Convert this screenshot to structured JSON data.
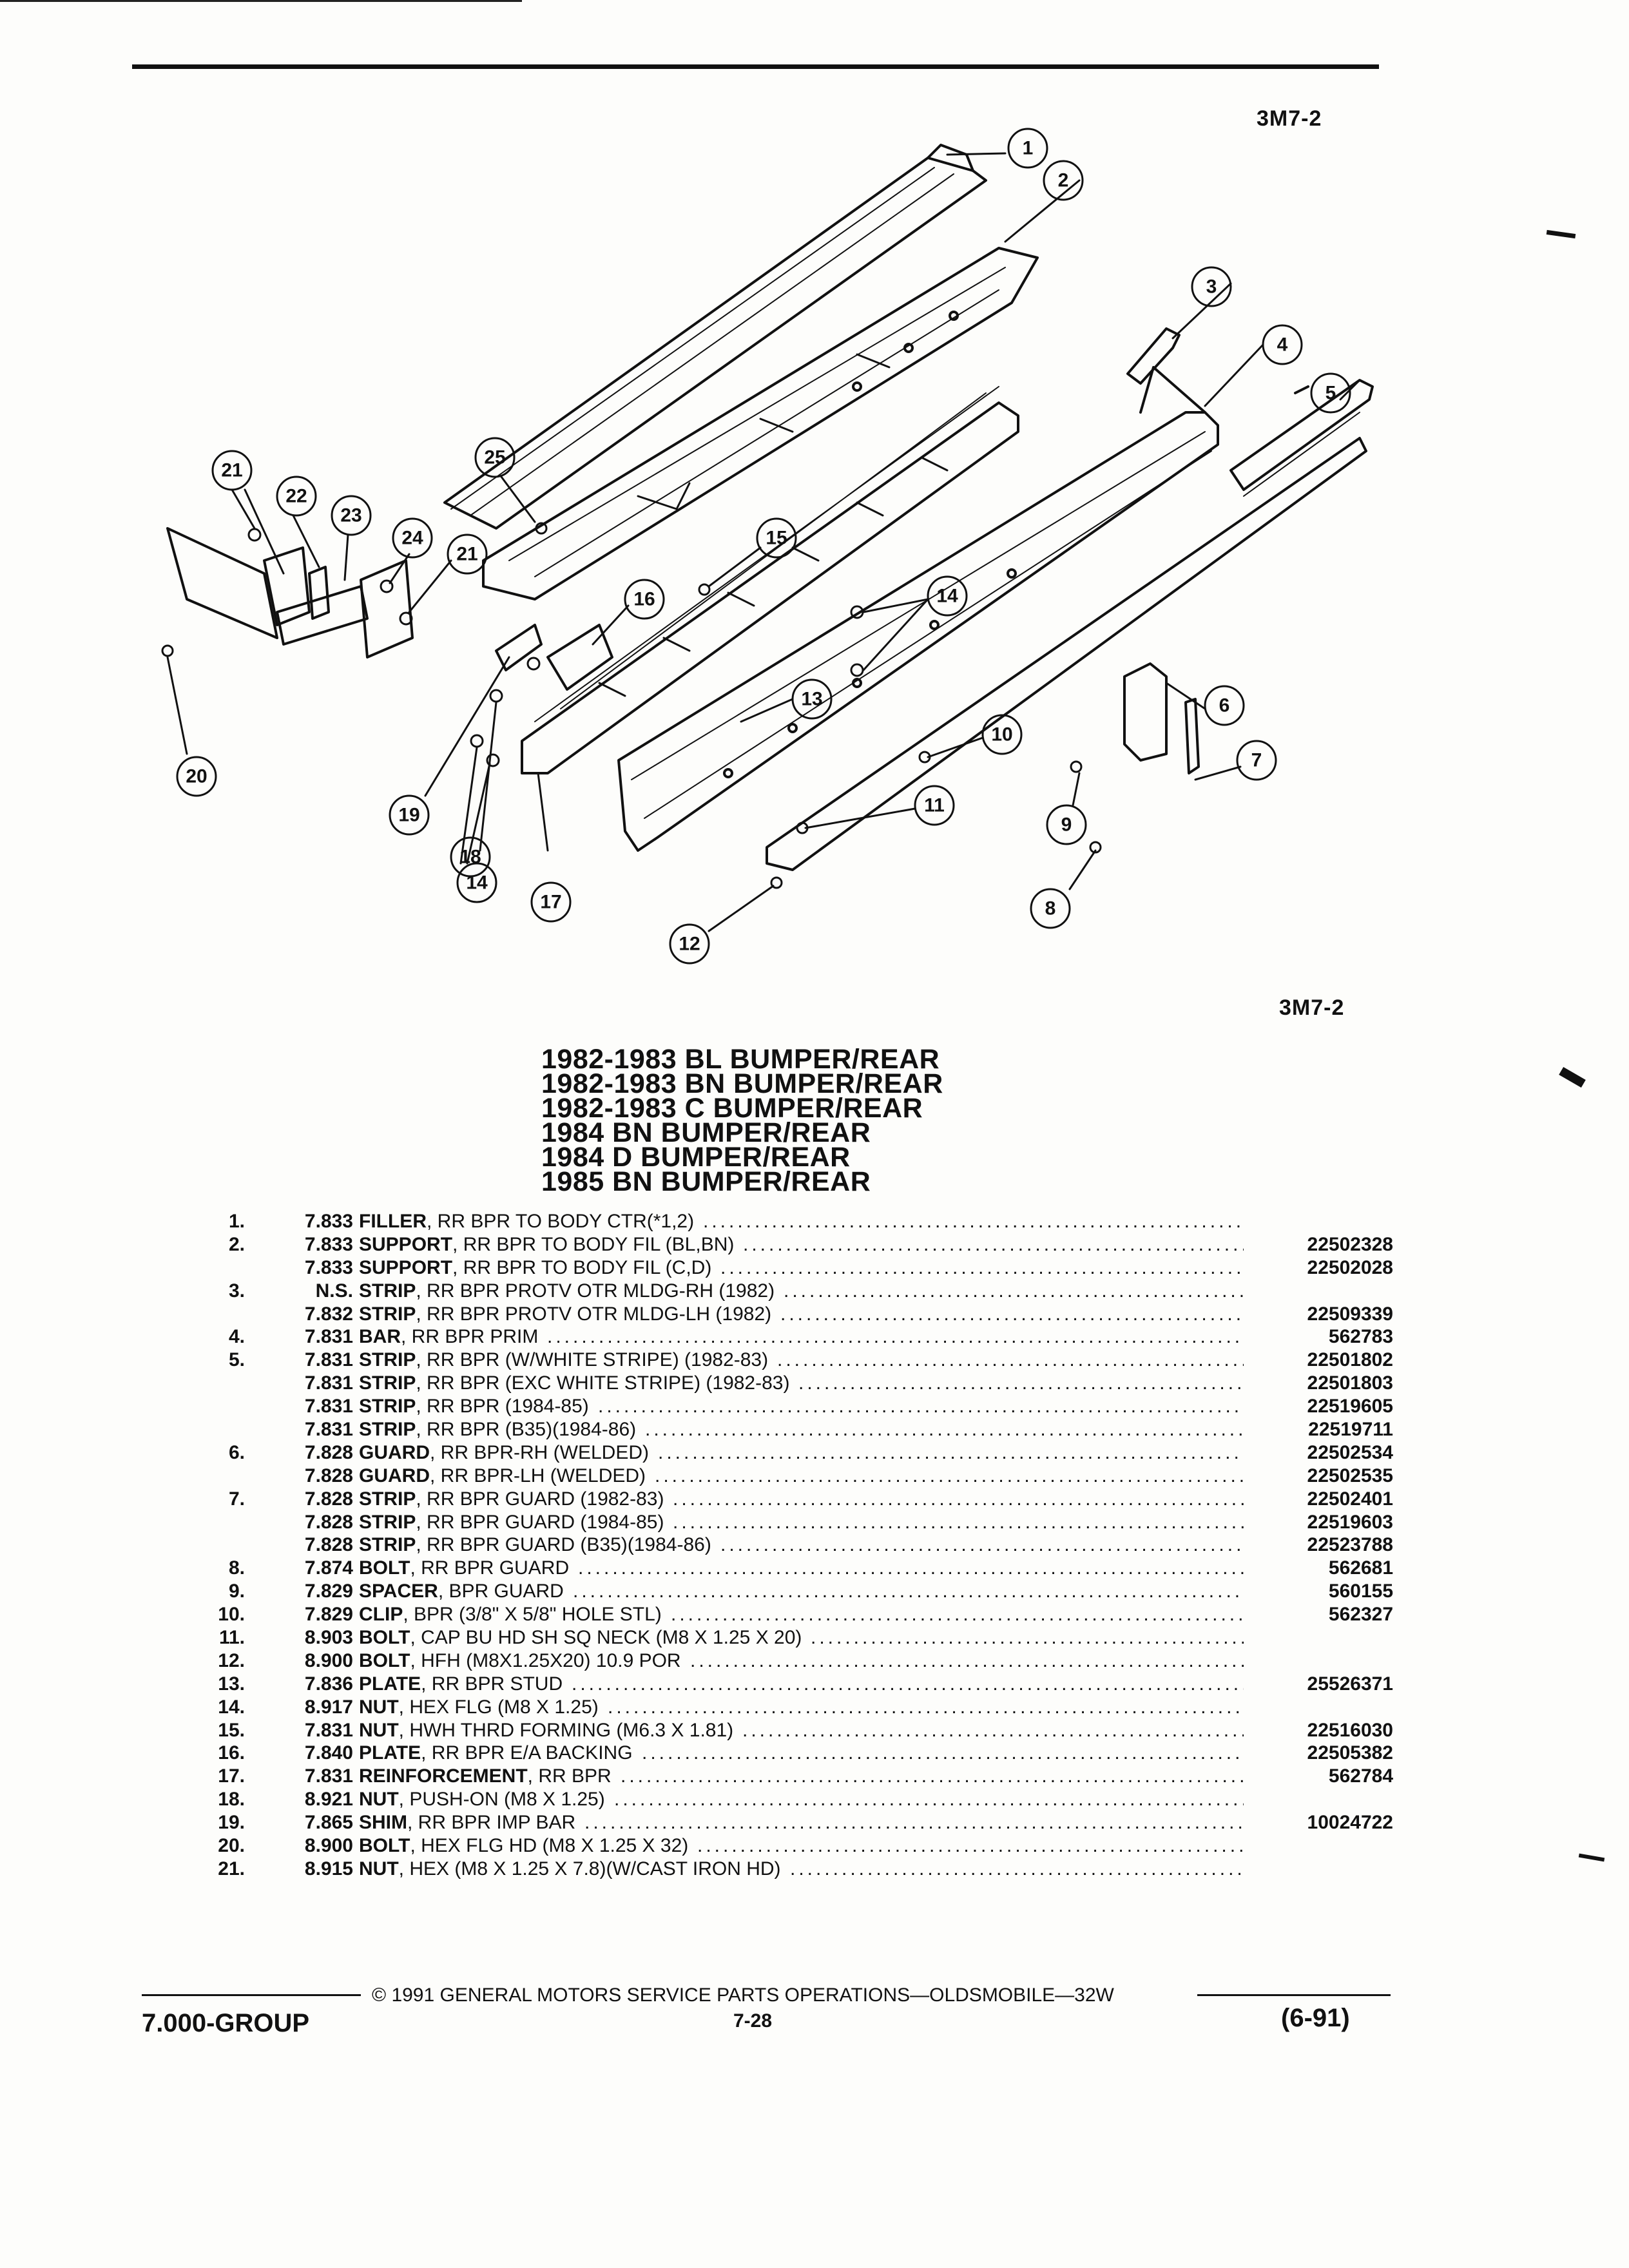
{
  "header": {
    "figure_code_top": "3M7-2",
    "figure_code_mid": "3M7-2"
  },
  "diagram": {
    "callouts": [
      "1",
      "2",
      "3",
      "4",
      "5",
      "6",
      "7",
      "8",
      "9",
      "10",
      "11",
      "12",
      "13",
      "14",
      "15",
      "16",
      "17",
      "18",
      "19",
      "20",
      "21",
      "22",
      "23",
      "24",
      "25",
      "21",
      "14"
    ]
  },
  "titles": [
    "1982-1983 BL BUMPER/REAR",
    "1982-1983 BN BUMPER/REAR",
    "1982-1983 C BUMPER/REAR",
    "1984 BN BUMPER/REAR",
    "1984 D BUMPER/REAR",
    "1985 BN BUMPER/REAR"
  ],
  "parts": [
    {
      "idx": "1.",
      "group": "7.833",
      "name": "FILLER",
      "desc": ", RR BPR TO BODY CTR(*1,2)",
      "pn": ""
    },
    {
      "idx": "2.",
      "group": "7.833",
      "name": "SUPPORT",
      "desc": ", RR BPR TO BODY FIL (BL,BN)",
      "pn": "22502328"
    },
    {
      "idx": "",
      "group": "7.833",
      "name": "SUPPORT",
      "desc": ", RR BPR TO BODY FIL (C,D)",
      "pn": "22502028"
    },
    {
      "idx": "3.",
      "group": "N.S.",
      "name": "STRIP",
      "desc": ", RR BPR PROTV OTR MLDG-RH (1982)",
      "pn": ""
    },
    {
      "idx": "",
      "group": "7.832",
      "name": "STRIP",
      "desc": ", RR BPR PROTV OTR MLDG-LH (1982)",
      "pn": "22509339"
    },
    {
      "idx": "4.",
      "group": "7.831",
      "name": "BAR",
      "desc": ", RR BPR PRIM",
      "pn": "562783"
    },
    {
      "idx": "5.",
      "group": "7.831",
      "name": "STRIP",
      "desc": ", RR BPR (W/WHITE STRIPE) (1982-83)",
      "pn": "22501802"
    },
    {
      "idx": "",
      "group": "7.831",
      "name": "STRIP",
      "desc": ", RR BPR (EXC WHITE STRIPE) (1982-83)",
      "pn": "22501803"
    },
    {
      "idx": "",
      "group": "7.831",
      "name": "STRIP",
      "desc": ", RR BPR (1984-85)",
      "pn": "22519605"
    },
    {
      "idx": "",
      "group": "7.831",
      "name": "STRIP",
      "desc": ", RR BPR (B35)(1984-86)",
      "pn": "22519711"
    },
    {
      "idx": "6.",
      "group": "7.828",
      "name": "GUARD",
      "desc": ", RR BPR-RH (WELDED)",
      "pn": "22502534"
    },
    {
      "idx": "",
      "group": "7.828",
      "name": "GUARD",
      "desc": ", RR BPR-LH (WELDED)",
      "pn": "22502535"
    },
    {
      "idx": "7.",
      "group": "7.828",
      "name": "STRIP",
      "desc": ", RR BPR GUARD (1982-83)",
      "pn": "22502401"
    },
    {
      "idx": "",
      "group": "7.828",
      "name": "STRIP",
      "desc": ", RR BPR GUARD (1984-85)",
      "pn": "22519603"
    },
    {
      "idx": "",
      "group": "7.828",
      "name": "STRIP",
      "desc": ", RR BPR GUARD (B35)(1984-86)",
      "pn": "22523788"
    },
    {
      "idx": "8.",
      "group": "7.874",
      "name": "BOLT",
      "desc": ", RR BPR GUARD",
      "pn": "562681"
    },
    {
      "idx": "9.",
      "group": "7.829",
      "name": "SPACER",
      "desc": ", BPR GUARD",
      "pn": "560155"
    },
    {
      "idx": "10.",
      "group": "7.829",
      "name": "CLIP",
      "desc": ", BPR (3/8\" X 5/8\" HOLE STL)",
      "pn": "562327"
    },
    {
      "idx": "11.",
      "group": "8.903",
      "name": "BOLT",
      "desc": ", CAP BU HD SH SQ NECK (M8 X 1.25 X 20)",
      "pn": ""
    },
    {
      "idx": "12.",
      "group": "8.900",
      "name": "BOLT",
      "desc": ", HFH (M8X1.25X20) 10.9 POR",
      "pn": ""
    },
    {
      "idx": "13.",
      "group": "7.836",
      "name": "PLATE",
      "desc": ", RR BPR STUD",
      "pn": "25526371"
    },
    {
      "idx": "14.",
      "group": "8.917",
      "name": "NUT",
      "desc": ", HEX FLG (M8 X 1.25)",
      "pn": ""
    },
    {
      "idx": "15.",
      "group": "7.831",
      "name": "NUT",
      "desc": ", HWH THRD FORMING (M6.3 X 1.81)",
      "pn": "22516030"
    },
    {
      "idx": "16.",
      "group": "7.840",
      "name": "PLATE",
      "desc": ", RR BPR E/A BACKING",
      "pn": "22505382"
    },
    {
      "idx": "17.",
      "group": "7.831",
      "name": "REINFORCEMENT",
      "desc": ", RR BPR",
      "pn": "562784"
    },
    {
      "idx": "18.",
      "group": "8.921",
      "name": "NUT",
      "desc": ", PUSH-ON (M8 X 1.25)",
      "pn": ""
    },
    {
      "idx": "19.",
      "group": "7.865",
      "name": "SHIM",
      "desc": ", RR BPR IMP BAR",
      "pn": "10024722"
    },
    {
      "idx": "20.",
      "group": "8.900",
      "name": "BOLT",
      "desc": ", HEX FLG HD (M8 X 1.25 X 32)",
      "pn": ""
    },
    {
      "idx": "21.",
      "group": "8.915",
      "name": "NUT",
      "desc": ", HEX (M8 X 1.25 X 7.8)(W/CAST IRON HD)",
      "pn": ""
    }
  ],
  "footer": {
    "copyright": "© 1991 GENERAL MOTORS SERVICE PARTS OPERATIONS—OLDSMOBILE—32W",
    "group": "7.000-GROUP",
    "page": "7-28",
    "date": "(6-91)"
  }
}
